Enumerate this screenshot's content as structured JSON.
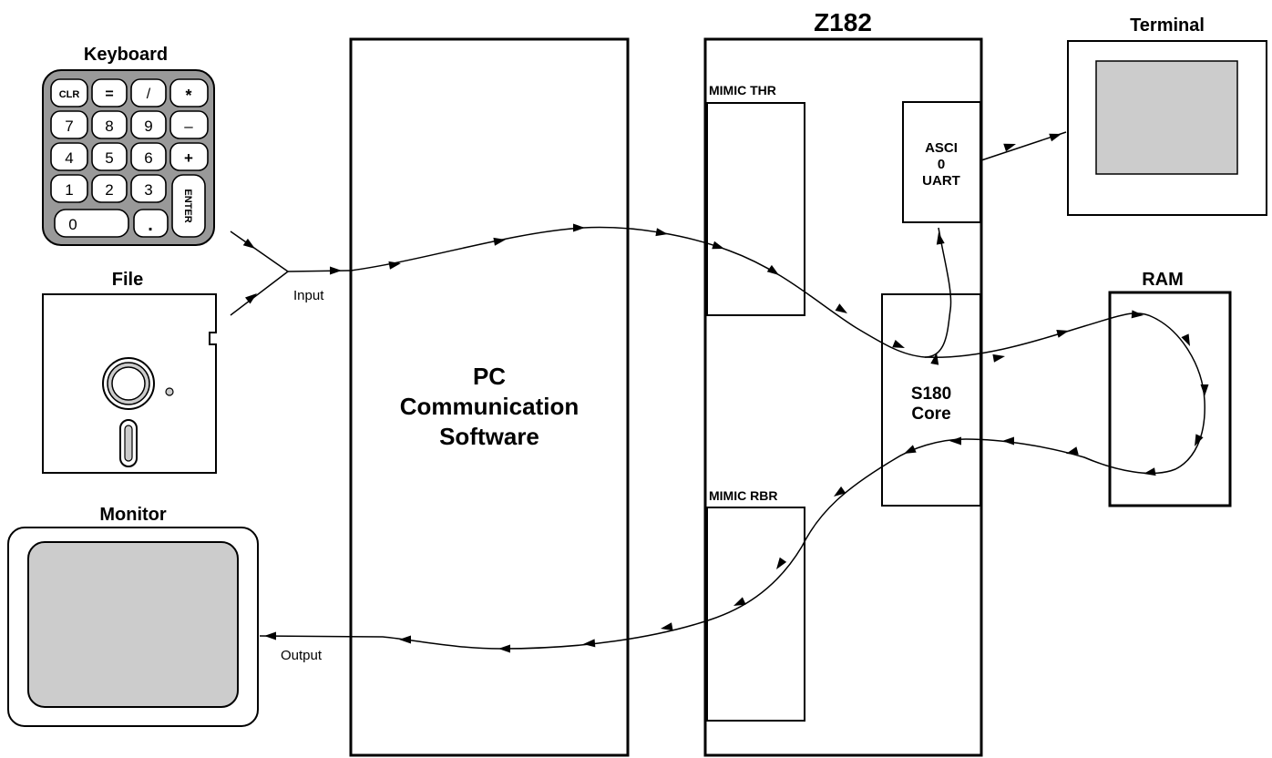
{
  "labels": {
    "z182": "Z182",
    "terminal": "Terminal",
    "keyboard": "Keyboard",
    "file": "File",
    "monitor": "Monitor",
    "ram": "RAM",
    "mimic_thr": "MIMIC THR",
    "mimic_rbr": "MIMIC RBR",
    "asci_line1": "ASCI",
    "asci_line2": "0",
    "asci_line3": "UART",
    "s180_line1": "S180",
    "s180_line2": "Core",
    "pc_line1": "PC",
    "pc_line2": "Communication",
    "pc_line3": "Software",
    "input": "Input",
    "output": "Output"
  },
  "keypad": {
    "row1": [
      "CLR",
      "=",
      "/",
      "*"
    ],
    "row2": [
      "7",
      "8",
      "9",
      "–"
    ],
    "row3": [
      "4",
      "5",
      "6",
      "+"
    ],
    "row4": [
      "1",
      "2",
      "3"
    ],
    "row5": [
      "0",
      "."
    ],
    "enter": "ENTER"
  },
  "colors": {
    "screen_fill": "#cccccc",
    "keyboard_fill": "#999999",
    "line": "#000000"
  }
}
